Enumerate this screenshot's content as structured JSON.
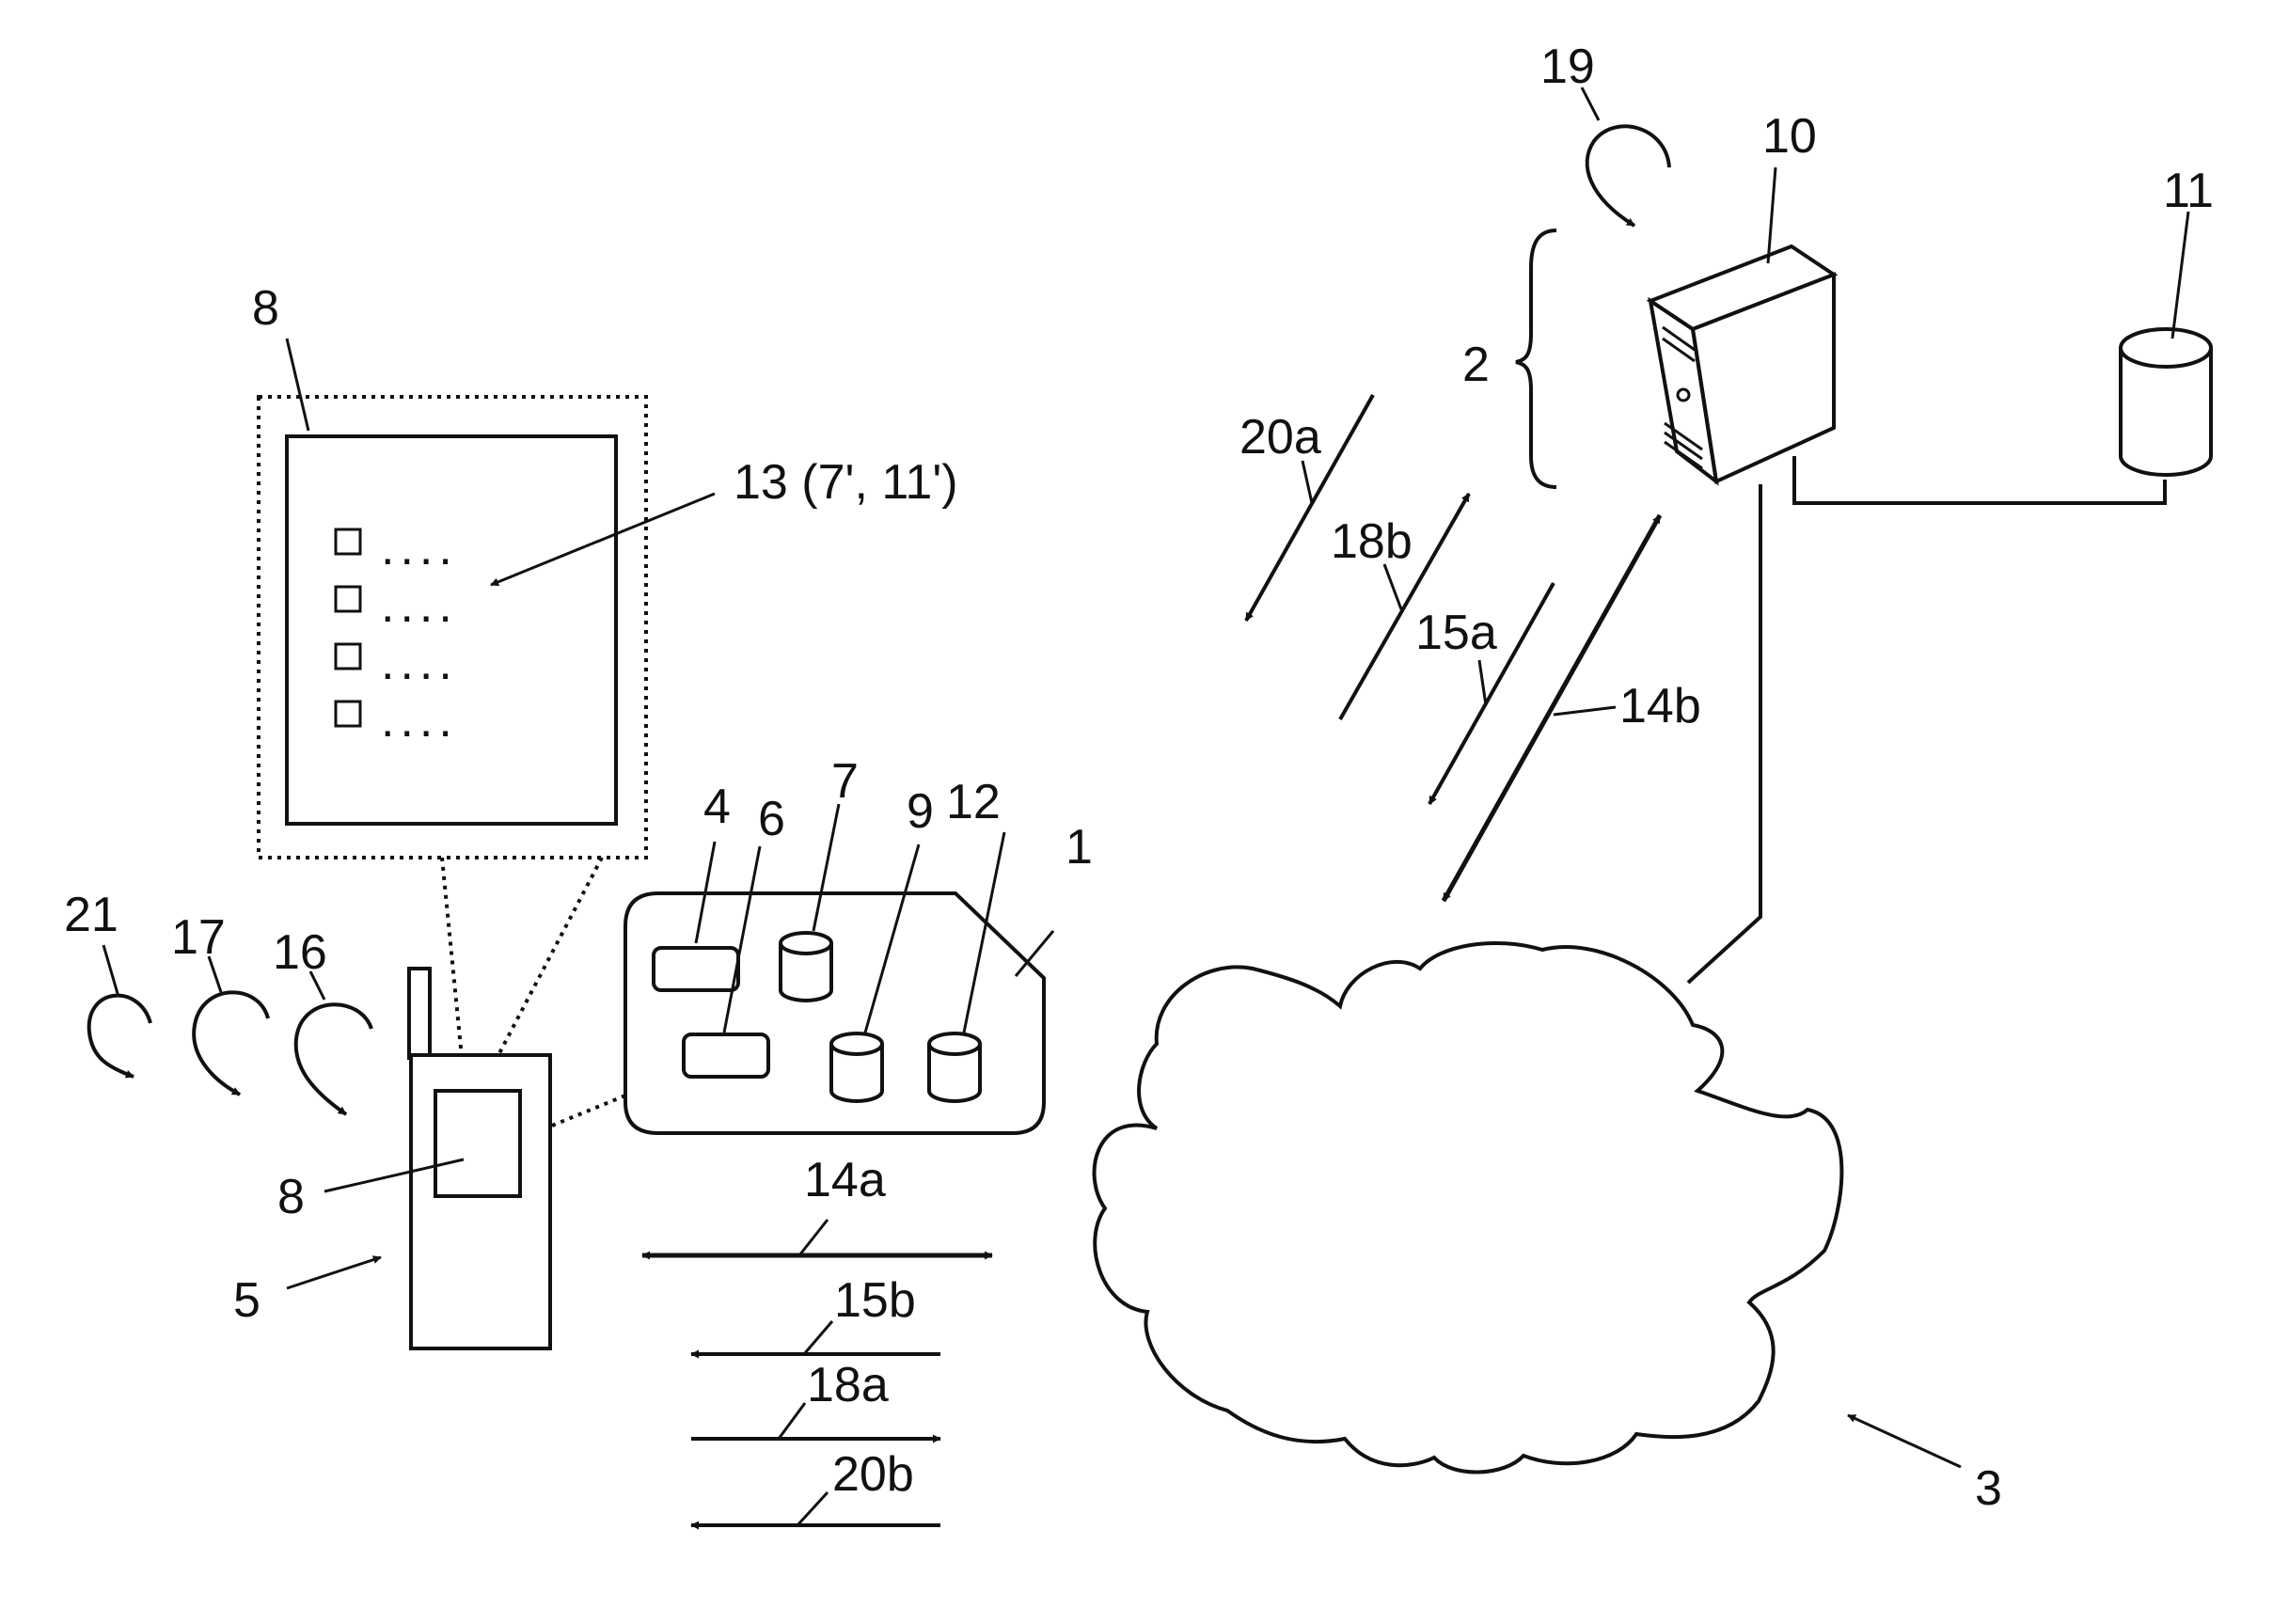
{
  "labels": {
    "phone_display_inset": "8",
    "display_list_ref": "13 (7', 11')",
    "list_dots": "....",
    "terminal": "5",
    "phone_display": "8",
    "mark_21": "21",
    "mark_17": "17",
    "mark_16": "16",
    "card_block_4": "4",
    "card_block_6": "6",
    "card_db_7": "7",
    "card_db_9": "9",
    "card_db_12": "12",
    "card": "1",
    "server": "10",
    "database": "11",
    "server_group": "2",
    "mark_19": "19",
    "network": "3",
    "arrow_14a": "14a",
    "arrow_15b": "15b",
    "arrow_18a": "18a",
    "arrow_20b": "20b",
    "arrow_20a": "20a",
    "arrow_18b": "18b",
    "arrow_15a": "15a",
    "arrow_14b": "14b"
  }
}
